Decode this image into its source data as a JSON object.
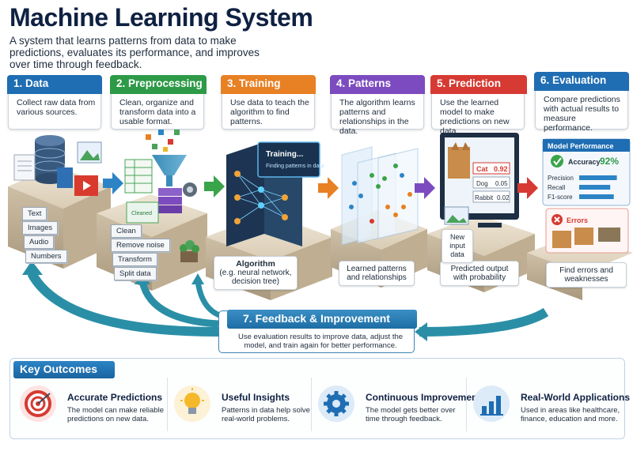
{
  "title": "Machine Learning System",
  "subtitle": "A system that learns patterns from data to make predictions, evaluates its performance, and improves over time through feedback.",
  "steps": [
    {
      "head": "1.  Data",
      "text": "Collect raw data from various sources.",
      "color": "#1f6db3"
    },
    {
      "head": "2. Preprocessing",
      "text": "Clean, organize and transform data into a usable format.",
      "color": "#2d9a48"
    },
    {
      "head": "3. Training",
      "text": "Use data to teach the algorithm to find patterns.",
      "color": "#e88024"
    },
    {
      "head": "4. Patterns",
      "text": "The algorithm learns patterns and relationships in the data.",
      "color": "#7c4bbf"
    },
    {
      "head": "5. Prediction",
      "text": "Use the learned model to make predictions on new data.",
      "color": "#d63a32"
    },
    {
      "head": "6.  Evaluation",
      "text": "Compare predictions with actual results to measure performance.",
      "color": "#1f6db3"
    }
  ],
  "data_tags": [
    "Text",
    "Images",
    "Audio",
    "Numbers"
  ],
  "prep_tags": [
    "Clean",
    "Remove noise",
    "Transform",
    "Split data"
  ],
  "prep_screen": "Cleaned",
  "training_screen": {
    "title": "Training...",
    "sub": "Finding patterns in data"
  },
  "algorithm_box": {
    "title": "Algorithm",
    "sub": "(e.g. neural network, decision tree)"
  },
  "patterns_box": "Learned patterns and relationships",
  "prediction": {
    "rows": [
      {
        "label": "Cat",
        "value": "0.92"
      },
      {
        "label": "Dog",
        "value": "0.05"
      },
      {
        "label": "Rabbit",
        "value": "0.02"
      }
    ],
    "input_label": "New input data",
    "output_box": "Predicted output with probability"
  },
  "evaluation": {
    "panel_title": "Model Performance",
    "accuracy_label": "Accuracy",
    "accuracy_value": "92%",
    "metrics": [
      "Precision",
      "Recall",
      "F1-score"
    ],
    "metric_levels": [
      0.85,
      0.7,
      0.78
    ],
    "errors_label": "Errors",
    "errors_box": "Find errors and weaknesses"
  },
  "feedback": {
    "head": "7. Feedback & Improvement",
    "text": "Use evaluation results to improve data, adjust the model, and train again for better performance."
  },
  "outcomes": {
    "head": "Key Outcomes",
    "cards": [
      {
        "title": "Accurate Predictions",
        "text": "The model can make reliable predictions on new data.",
        "icon": "target-icon",
        "bg": "#fde4e2"
      },
      {
        "title": "Useful Insights",
        "text": "Patterns in data help solve real-world problems.",
        "icon": "lightbulb-icon",
        "bg": "#fdf1d6"
      },
      {
        "title": "Continuous Improvement",
        "text": "The model gets better over time through feedback.",
        "icon": "gear-icon",
        "bg": "#dcebf7"
      },
      {
        "title": "Real-World Applications",
        "text": "Used in areas like healthcare, finance, education and more.",
        "icon": "bar-chart-icon",
        "bg": "#dcebf7"
      }
    ]
  },
  "colors": {
    "navy": "#0f2142",
    "blue": "#1f6db3",
    "teal": "#2a8fa6"
  }
}
